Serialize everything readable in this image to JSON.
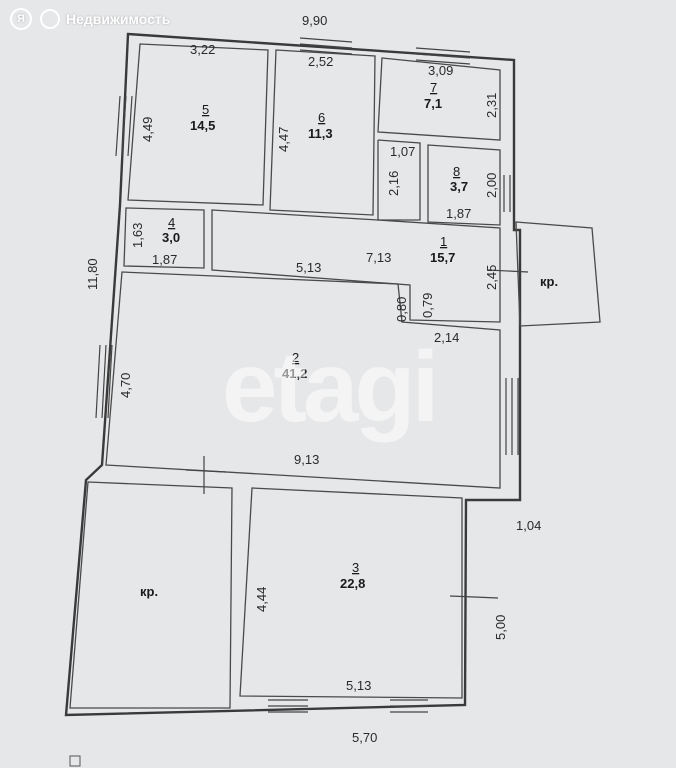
{
  "watermark": {
    "brand": "Недвижимость",
    "logo_letter": "Я",
    "logo_icon": "yandex-logo-icon",
    "overlay": "etagi"
  },
  "outer_dims": {
    "top": "9,90",
    "left": "11,80",
    "bottom": "5,70",
    "right_lower": "5,00",
    "right_offset": "1,04"
  },
  "rooms": [
    {
      "id": "1",
      "num": "1",
      "area": "15,7"
    },
    {
      "id": "2",
      "num": "2",
      "area": "41,2"
    },
    {
      "id": "3",
      "num": "3",
      "area": "22,8"
    },
    {
      "id": "4",
      "num": "4",
      "area": "3,0"
    },
    {
      "id": "5",
      "num": "5",
      "area": "14,5"
    },
    {
      "id": "6",
      "num": "6",
      "area": "11,3"
    },
    {
      "id": "7",
      "num": "7",
      "area": "7,1"
    },
    {
      "id": "8",
      "num": "8",
      "area": "3,7"
    }
  ],
  "porch_labels": [
    "кр.",
    "кр."
  ],
  "dims": {
    "r5_w": "3,22",
    "r5_h": "4,49",
    "r6_w": "2,52",
    "r6_h": "4,47",
    "r7_w": "3,09",
    "r7_h": "2,31",
    "r8_w": "1,87",
    "r8_h": "2,00",
    "corr_w": "1,07",
    "corr_h": "2,16",
    "r4_w": "1,87",
    "r4_h": "1,63",
    "r1_w1": "5,13",
    "r1_w2": "7,13",
    "r1_h": "2,45",
    "r1_s1": "0,80",
    "r1_s2": "0,79",
    "r2_w_top": "2,14",
    "r2_h": "4,70",
    "r2_w": "9,13",
    "r3_h": "4,44",
    "r3_w": "5,13"
  }
}
